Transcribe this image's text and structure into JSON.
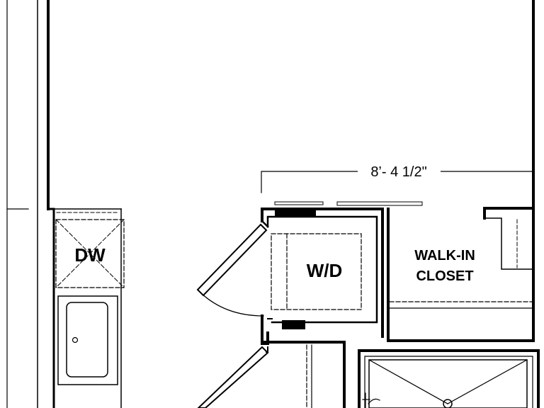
{
  "labels": {
    "dimension": "8’- 4 1/2\"",
    "dishwasher": "DW",
    "washer_dryer": "W/D",
    "closet_line1": "WALK-IN",
    "closet_line2": "CLOSET"
  },
  "colors": {
    "line": "#000000",
    "background": "#ffffff"
  }
}
